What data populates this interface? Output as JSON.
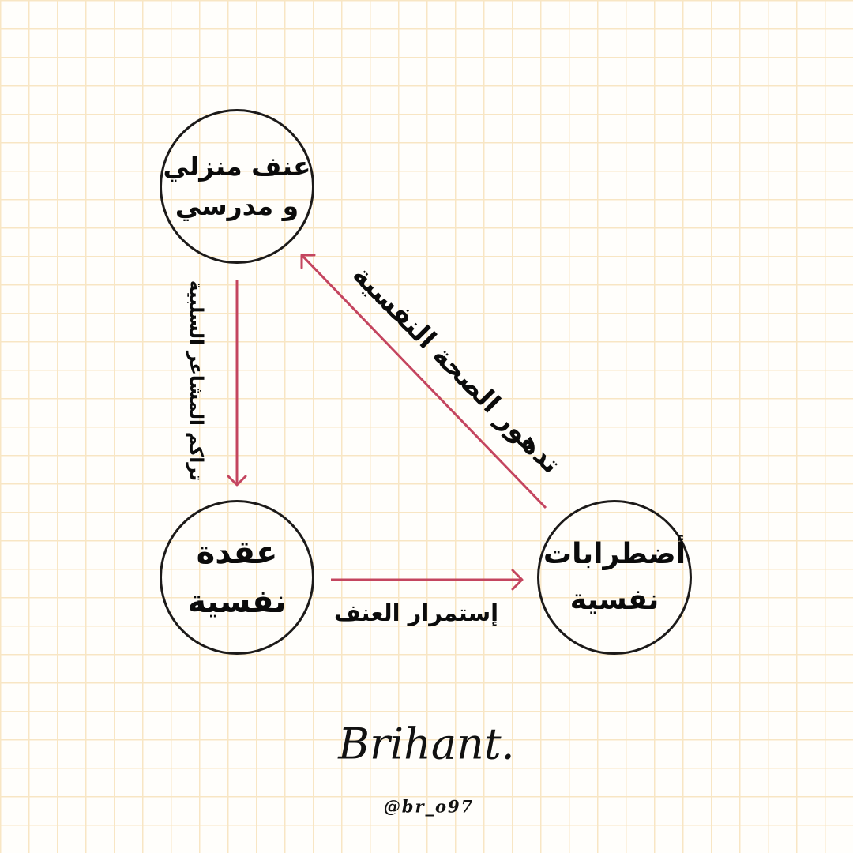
{
  "colors": {
    "arrow": "#c4455f",
    "circle_stroke": "#1c1a19",
    "text": "#0b0b0b",
    "grid": "#f8e6c4",
    "background": "#fffefb"
  },
  "nodes": {
    "top": {
      "line1": "عنف منزلي",
      "line2": "و مدرسي"
    },
    "bottom_left": {
      "line1": "عقدة",
      "line2": "نفسية"
    },
    "bottom_right": {
      "line1": "أضطرابات",
      "line2": "نفسية"
    }
  },
  "edges": {
    "top_to_bottom_left": {
      "label": "تراكم المشاعر السلبية"
    },
    "bottom_left_to_bottom_right": {
      "label": "إستمرار العنف"
    },
    "bottom_right_to_top": {
      "label": "تدهور الصحة النفسية"
    }
  },
  "brand": {
    "name": "Brihant.",
    "handle": "@br_o97"
  }
}
